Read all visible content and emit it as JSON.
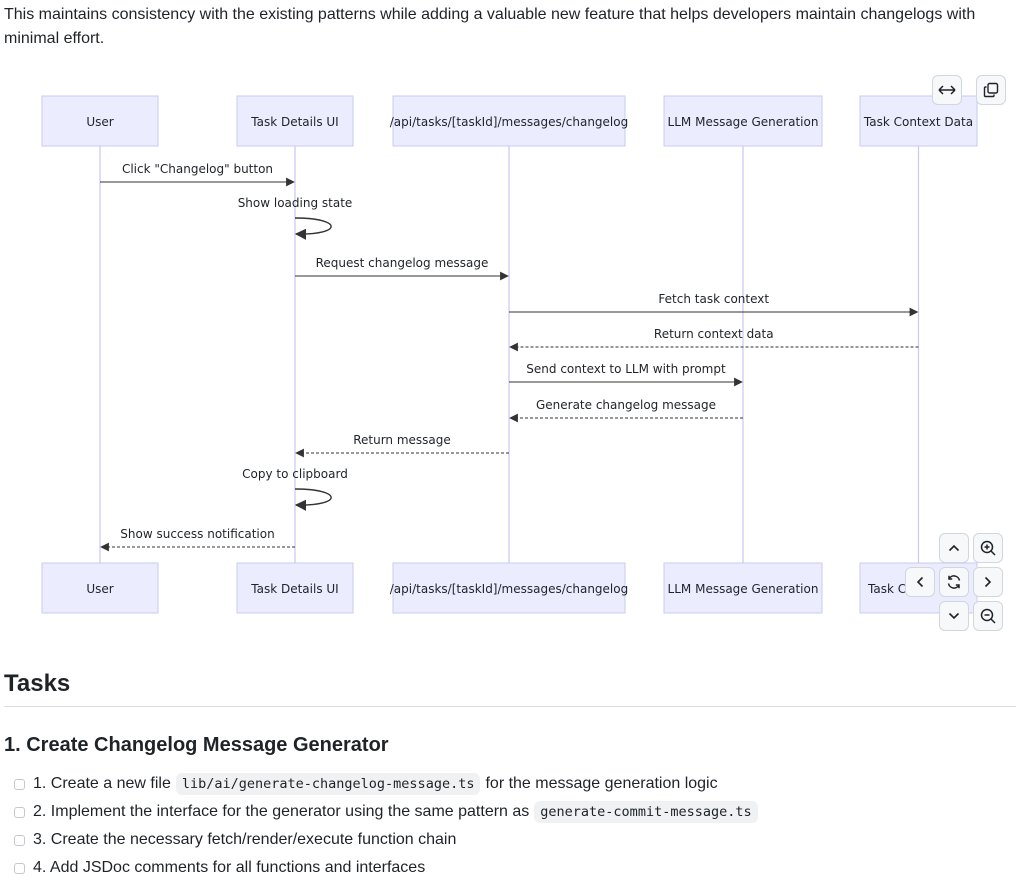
{
  "intro": {
    "text": "This maintains consistency with the existing patterns while adding a valuable new feature that helps developers maintain changelogs with minimal effort."
  },
  "diagram": {
    "actors": [
      "User",
      "Task Details UI",
      "/api/tasks/[taskId]/messages/changelog",
      "LLM Message Generation",
      "Task Context Data"
    ],
    "bottom_last_actor_visible": "Task C",
    "messages": [
      {
        "text": "Click \"Changelog\" button",
        "from": 0,
        "to": 1,
        "style": "solid"
      },
      {
        "text": "Show loading state",
        "from": 1,
        "to": 1,
        "style": "self"
      },
      {
        "text": "Request changelog message",
        "from": 1,
        "to": 2,
        "style": "solid"
      },
      {
        "text": "Fetch task context",
        "from": 2,
        "to": 4,
        "style": "solid"
      },
      {
        "text": "Return context data",
        "from": 4,
        "to": 2,
        "style": "dashed"
      },
      {
        "text": "Send context to LLM with prompt",
        "from": 2,
        "to": 3,
        "style": "solid"
      },
      {
        "text": "Generate changelog message",
        "from": 3,
        "to": 2,
        "style": "dashed"
      },
      {
        "text": "Return message",
        "from": 2,
        "to": 1,
        "style": "dashed"
      },
      {
        "text": "Copy to clipboard",
        "from": 1,
        "to": 1,
        "style": "self"
      },
      {
        "text": "Show success notification",
        "from": 1,
        "to": 0,
        "style": "dashed"
      }
    ],
    "controls": {
      "expand_icon": "expand-horizontal-icon",
      "copy_icon": "copy-icon",
      "pan_up_icon": "chevron-up-icon",
      "pan_down_icon": "chevron-down-icon",
      "pan_left_icon": "chevron-left-icon",
      "pan_right_icon": "chevron-right-icon",
      "reset_icon": "refresh-icon",
      "zoom_in_icon": "zoom-in-icon",
      "zoom_out_icon": "zoom-out-icon"
    },
    "colors": {
      "actor_fill": "#ececff",
      "actor_stroke": "#c9c9f5",
      "lifeline": "#c9c9f5",
      "arrow": "#333333"
    }
  },
  "tasks": {
    "heading": "Tasks",
    "section_title": "1. Create Changelog Message Generator",
    "items": [
      {
        "before": "1. Create a new file",
        "code": "lib/ai/generate-changelog-message.ts",
        "after": "for the message generation logic"
      },
      {
        "before": "2. Implement the interface for the generator using the same pattern as",
        "code": "generate-commit-message.ts",
        "after": ""
      },
      {
        "before": "3. Create the necessary fetch/render/execute function chain",
        "code": "",
        "after": ""
      },
      {
        "before": "4. Add JSDoc comments for all functions and interfaces",
        "code": "",
        "after": ""
      }
    ]
  }
}
